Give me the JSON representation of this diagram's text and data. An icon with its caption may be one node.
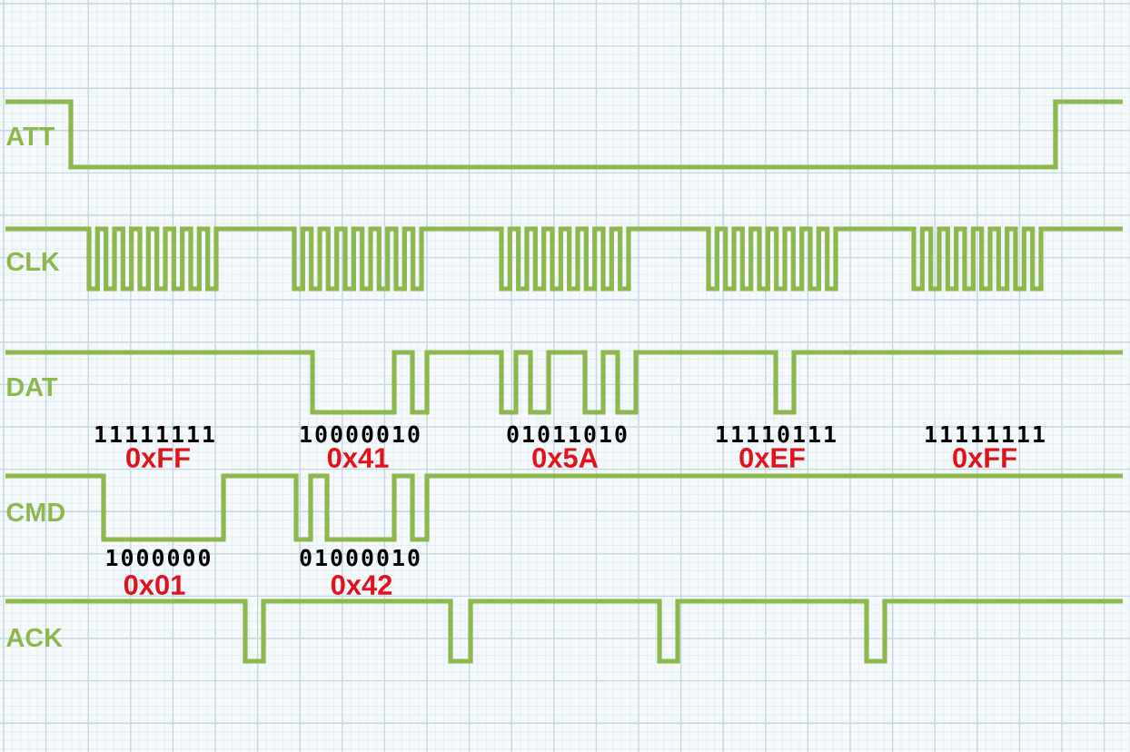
{
  "diagram": {
    "labels": [
      "ATT",
      "CLK",
      "DAT",
      "11111111",
      "10000010",
      "01011010",
      "11110111",
      "11111111",
      "0xFF",
      "0x41",
      "0x5A",
      "0xEF",
      "0xFF",
      "CMD",
      "1000000",
      "01000010",
      "0x01",
      "0x42",
      "ACK"
    ]
  }
}
